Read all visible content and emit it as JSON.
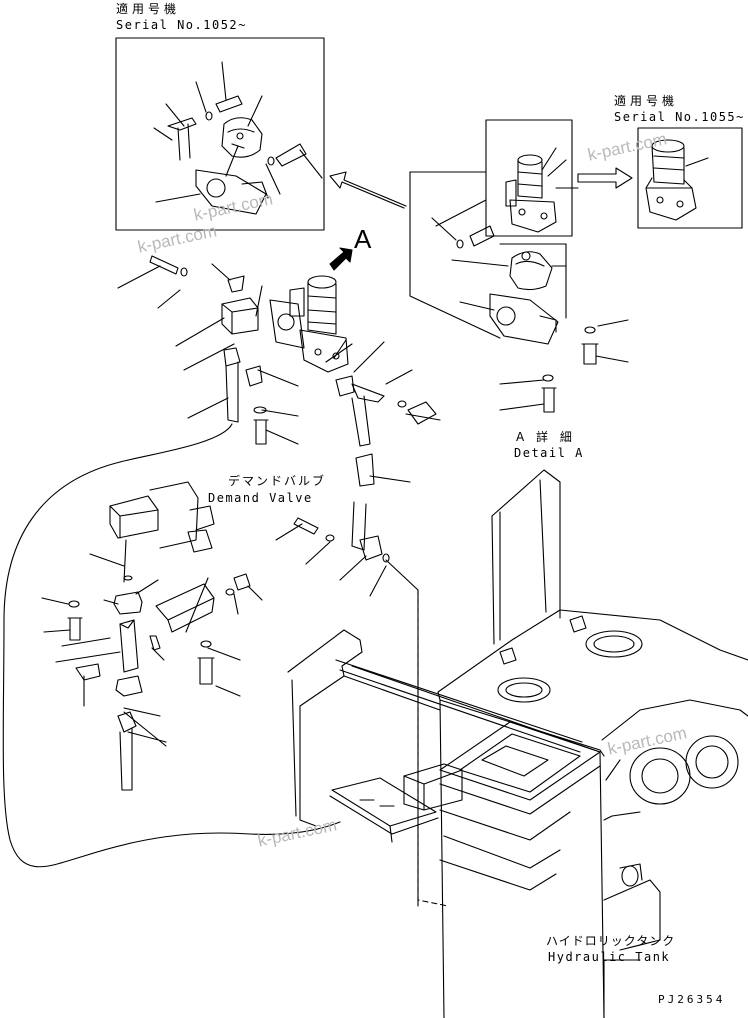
{
  "insets": {
    "left": {
      "jp": "適用号機",
      "serial": "Serial No.1052~"
    },
    "right": {
      "jp": "適用号機",
      "serial": "Serial No.1055~"
    }
  },
  "detail": {
    "letter": "A",
    "jp": "A 詳 細",
    "en": "Detail A"
  },
  "demand_valve": {
    "jp": "デマンドバルブ",
    "en": "Demand Valve"
  },
  "hydraulic_tank": {
    "jp": "ハイドロリックタンク",
    "en": "Hydraulic Tank"
  },
  "drawing_number": "PJ26354",
  "watermark": "k-part.com",
  "colors": {
    "line": "#000000",
    "watermark": "#b9b9b9"
  }
}
